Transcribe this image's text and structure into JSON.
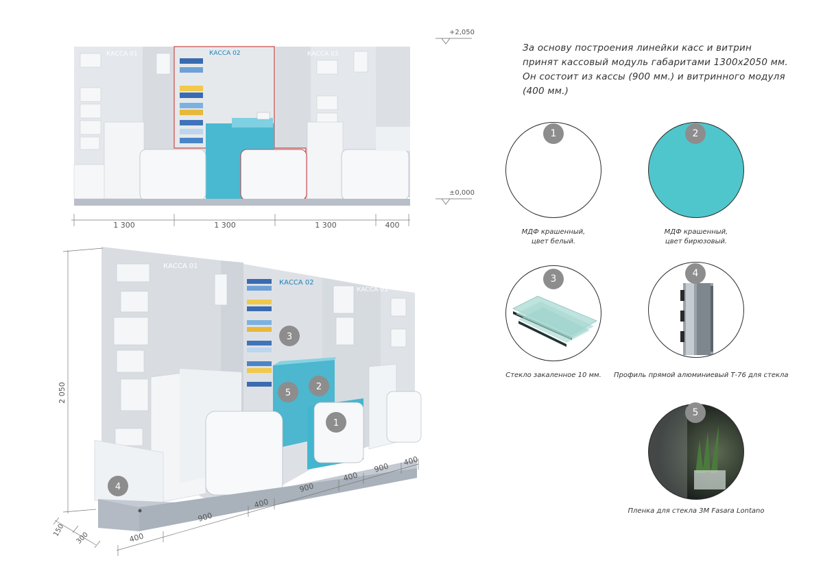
{
  "intro_text": "За основу построения линейки касс и витрин принят кассовый модуль габаритами 1300х2050 мм. Он состоит из кассы (900 мм.) и витринного модуля (400 мм.)",
  "elevation": {
    "kassa_labels": [
      "КАССА 01",
      "КАССА 02",
      "КАССА 03"
    ],
    "level_top": "+2,050",
    "level_bottom": "±0,000",
    "widths": [
      "1 300",
      "1 300",
      "1 300",
      "400"
    ]
  },
  "perspective": {
    "kassa_labels": [
      "КАССА 01",
      "КАССА 02",
      "КАССА 03"
    ],
    "height_dim": "2 050",
    "bottom_dims": [
      "400",
      "900",
      "400",
      "900",
      "400",
      "900",
      "400"
    ],
    "depth_dims": [
      "150",
      "300"
    ],
    "markers": [
      "1",
      "2",
      "3",
      "4",
      "5"
    ]
  },
  "materials": [
    {
      "num": "1",
      "caption_line1": "МДФ крашенный,",
      "caption_line2": "цвет белый.",
      "color": "#ffffff"
    },
    {
      "num": "2",
      "caption_line1": "МДФ крашенный,",
      "caption_line2": "цвет бирюзовый.",
      "color": "#4fc6cc"
    },
    {
      "num": "3",
      "caption_line1": "Стекло закаленное 10 мм.",
      "caption_line2": ""
    },
    {
      "num": "4",
      "caption_line1": "Профиль прямой алюминиевый Т-76 для стекла",
      "caption_line2": ""
    },
    {
      "num": "5",
      "caption_line1": "Пленка для стекла 3M Fasara Lontano",
      "caption_line2": ""
    }
  ]
}
